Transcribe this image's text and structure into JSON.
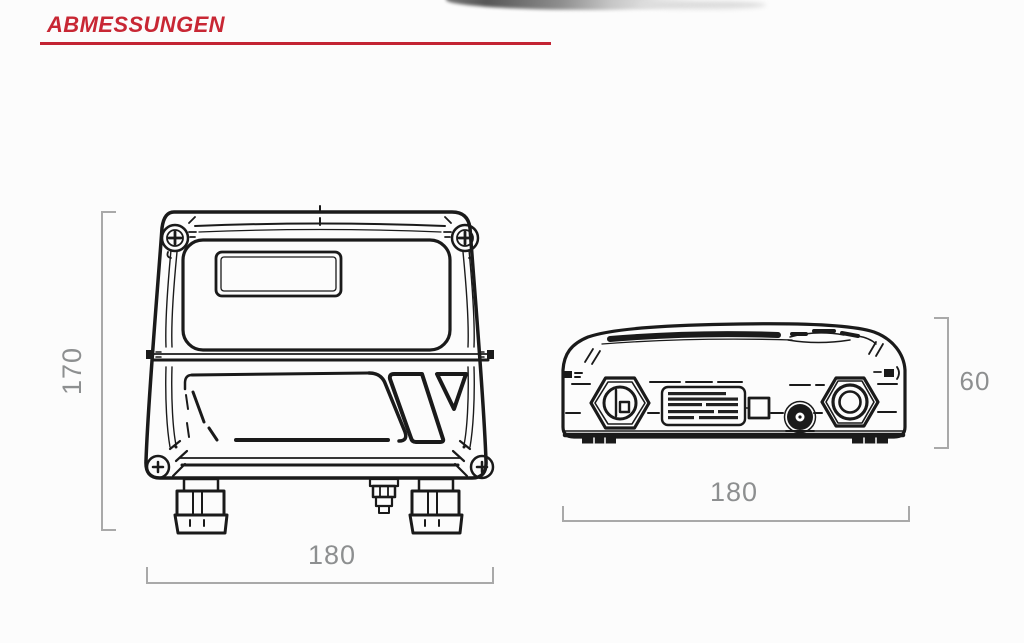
{
  "header": {
    "title": "ABMESSUNGEN"
  },
  "colors": {
    "accent_red": "#c32433",
    "dimension_gray": "#8d8f90",
    "drawing_black": "#1a1a1a",
    "background": "#fcfcfc"
  },
  "figures": {
    "front_view": {
      "height": "170",
      "width": "180"
    },
    "side_view": {
      "height": "60",
      "width": "180"
    }
  }
}
